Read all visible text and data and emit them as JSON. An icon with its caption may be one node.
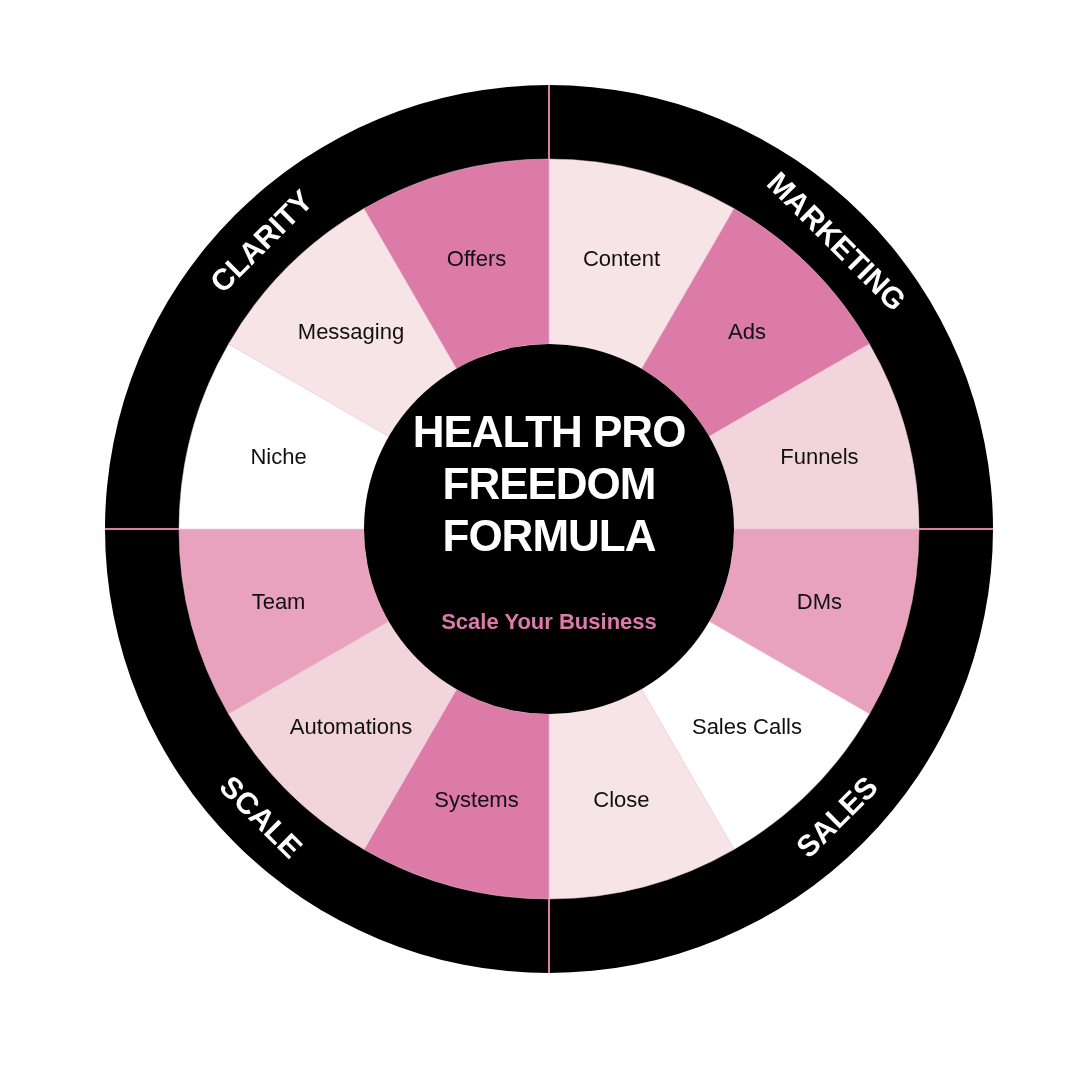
{
  "diagram": {
    "nodes": [
      {
        "text": [
          "HEALTH PRO FREEDOM FORMULA",
          "Scale Your Business"
        ]
      },
      {
        "text": [
          "CLARITY"
        ]
      },
      {
        "text": [
          "MARKETING"
        ]
      },
      {
        "text": [
          "SALES"
        ]
      },
      {
        "text": [
          "SCALE"
        ]
      },
      {
        "text": [
          "Content"
        ]
      },
      {
        "text": [
          "Ads"
        ]
      },
      {
        "text": [
          "Funnels"
        ]
      },
      {
        "text": [
          "DMs"
        ]
      },
      {
        "text": [
          "Sales Calls"
        ]
      },
      {
        "text": [
          "Close"
        ]
      },
      {
        "text": [
          "Systems"
        ]
      },
      {
        "text": [
          "Automations"
        ]
      },
      {
        "text": [
          "Team"
        ]
      },
      {
        "text": [
          "Niche"
        ]
      },
      {
        "text": [
          "Messaging"
        ]
      },
      {
        "text": [
          "Offers"
        ]
      }
    ]
  }
}
